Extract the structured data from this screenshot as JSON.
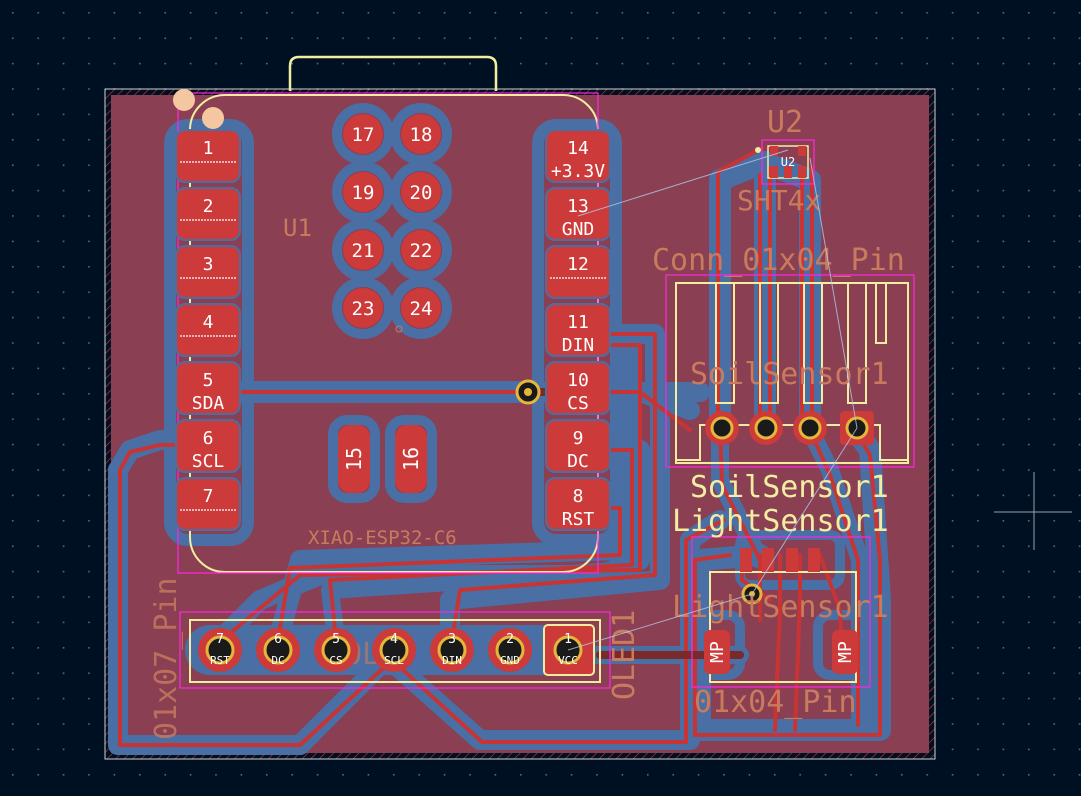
{
  "colors": {
    "background": "#001023",
    "board_fill": "#8a3f53",
    "copper_front": "#c83434",
    "copper_back_zone": "#4a6fa5",
    "silkscreen": "#f2eda1",
    "fab_text": "#c97b5e",
    "courtyard": "#ff26e2",
    "ratsnest": "#b4c8e6",
    "pad_red": "#cc3a3a",
    "hole": "#e5b63a"
  },
  "components": {
    "u1": {
      "reference": "U1",
      "value": "XIAO-ESP32-C6",
      "castellated_pads": [
        {
          "num": "1",
          "label": ""
        },
        {
          "num": "2",
          "label": ""
        },
        {
          "num": "3",
          "label": ""
        },
        {
          "num": "4",
          "label": ""
        },
        {
          "num": "5",
          "label": "SDA"
        },
        {
          "num": "6",
          "label": "SCL"
        },
        {
          "num": "7",
          "label": ""
        },
        {
          "num": "8",
          "label": "RST"
        },
        {
          "num": "9",
          "label": "DC"
        },
        {
          "num": "10",
          "label": "CS"
        },
        {
          "num": "11",
          "label": "DIN"
        },
        {
          "num": "12",
          "label": ""
        },
        {
          "num": "13",
          "label": "GND"
        },
        {
          "num": "14",
          "label": "+3.3V"
        }
      ],
      "round_pads": [
        "17",
        "18",
        "19",
        "20",
        "21",
        "22",
        "23",
        "24"
      ],
      "bottom_pads": [
        "15",
        "16"
      ]
    },
    "u2": {
      "reference": "U2",
      "value": "SHT4x",
      "pad_ref": "U2"
    },
    "soil_sensor": {
      "reference": "SoilSensor1",
      "value": "Conn_01x04_Pin",
      "ref_fab": "SoilSensor1",
      "pin_labels": [
        "",
        "",
        "",
        ""
      ]
    },
    "light_sensor": {
      "reference": "LightSensor1",
      "value": "01x04_Pin",
      "ref_fab": "LightSensor1",
      "mount_pads": [
        "MP",
        "MP"
      ]
    },
    "oled": {
      "reference": "OLED1",
      "value": "01x07_Pin",
      "pins": [
        {
          "num": "7",
          "label": "RST"
        },
        {
          "num": "6",
          "label": "DC"
        },
        {
          "num": "5",
          "label": "CS"
        },
        {
          "num": "4",
          "label": "SCL"
        },
        {
          "num": "3",
          "label": "DIN"
        },
        {
          "num": "2",
          "label": "GND"
        },
        {
          "num": "1",
          "label": "VCC"
        }
      ],
      "ghost_label": "OLED"
    }
  }
}
